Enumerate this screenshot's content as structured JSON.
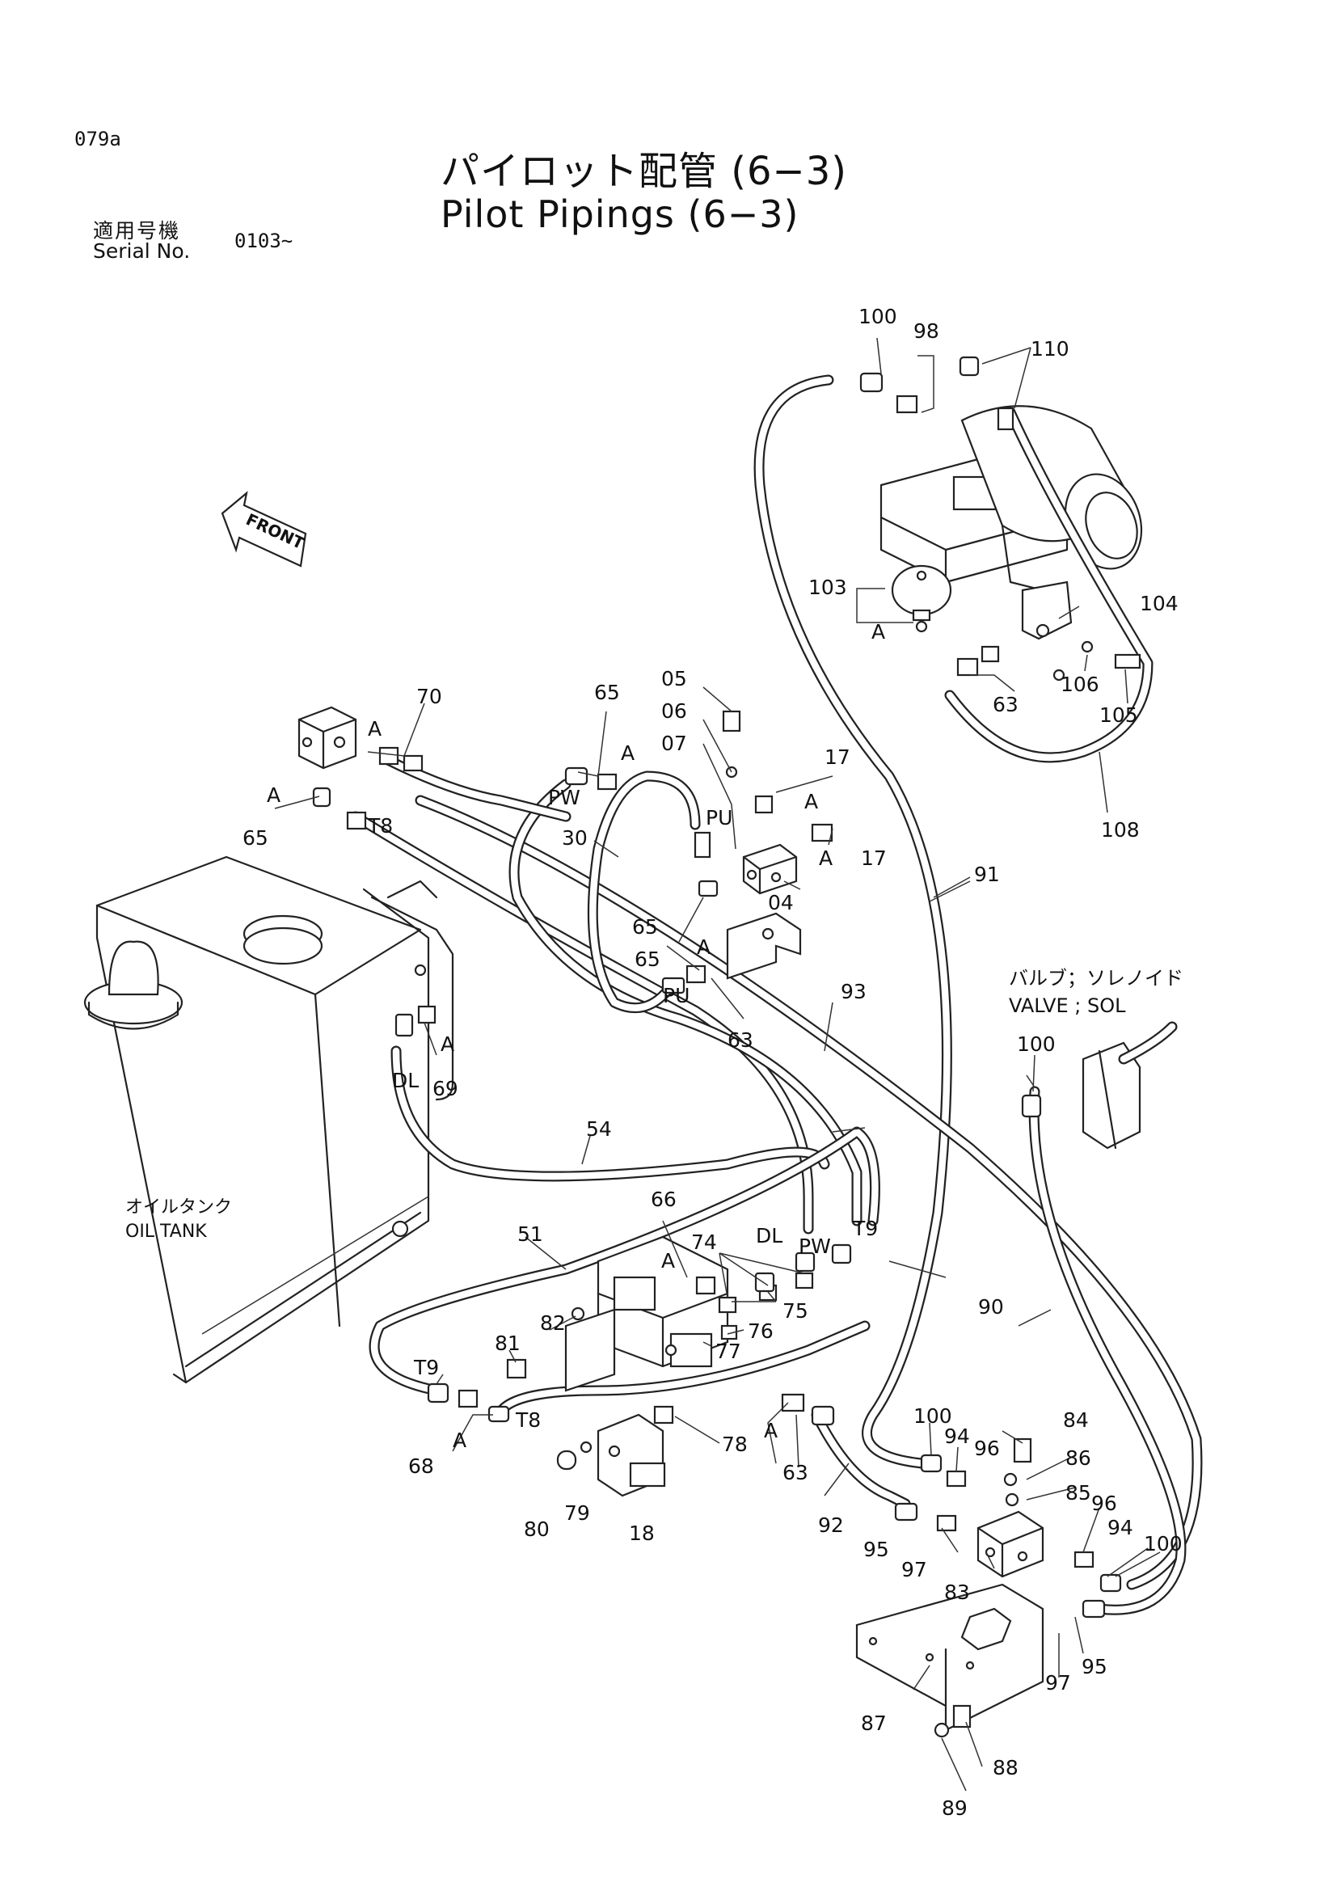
{
  "header": {
    "page_code": "079a",
    "title_ja": "パイロット配管 (6−3)",
    "title_en": "Pilot Pipings (6−3)",
    "serial_ja": "適用号機",
    "serial_en": "Serial No.",
    "serial_value": "0103∼"
  },
  "labels": {
    "front": "FRONT",
    "oil_tank_ja": "オイルタンク",
    "oil_tank_en": "OIL TANK",
    "valve_ja": "バルブ；ソレノイド",
    "valve_en": "VALVE ; SOL"
  },
  "callouts": [
    "100",
    "98",
    "110",
    "103",
    "A",
    "104",
    "106",
    "105",
    "63",
    "108",
    "70",
    "A",
    "65",
    "05",
    "06",
    "07",
    "A",
    "17",
    "A",
    "17",
    "A",
    "65",
    "T8",
    "PW",
    "30",
    "PU",
    "04",
    "91",
    "65",
    "A",
    "65",
    "PU",
    "A",
    "63",
    "93",
    "A",
    "69",
    "DL",
    "54",
    "100",
    "66",
    "74",
    "DL",
    "PW",
    "T9",
    "51",
    "A",
    "75",
    "76",
    "77",
    "82",
    "81",
    "T9",
    "A",
    "68",
    "T8",
    "78",
    "A",
    "63",
    "80",
    "79",
    "18",
    "92",
    "100",
    "94",
    "96",
    "84",
    "86",
    "85",
    "96",
    "94",
    "100",
    "95",
    "97",
    "83",
    "97",
    "95",
    "87",
    "88",
    "89",
    "90"
  ]
}
